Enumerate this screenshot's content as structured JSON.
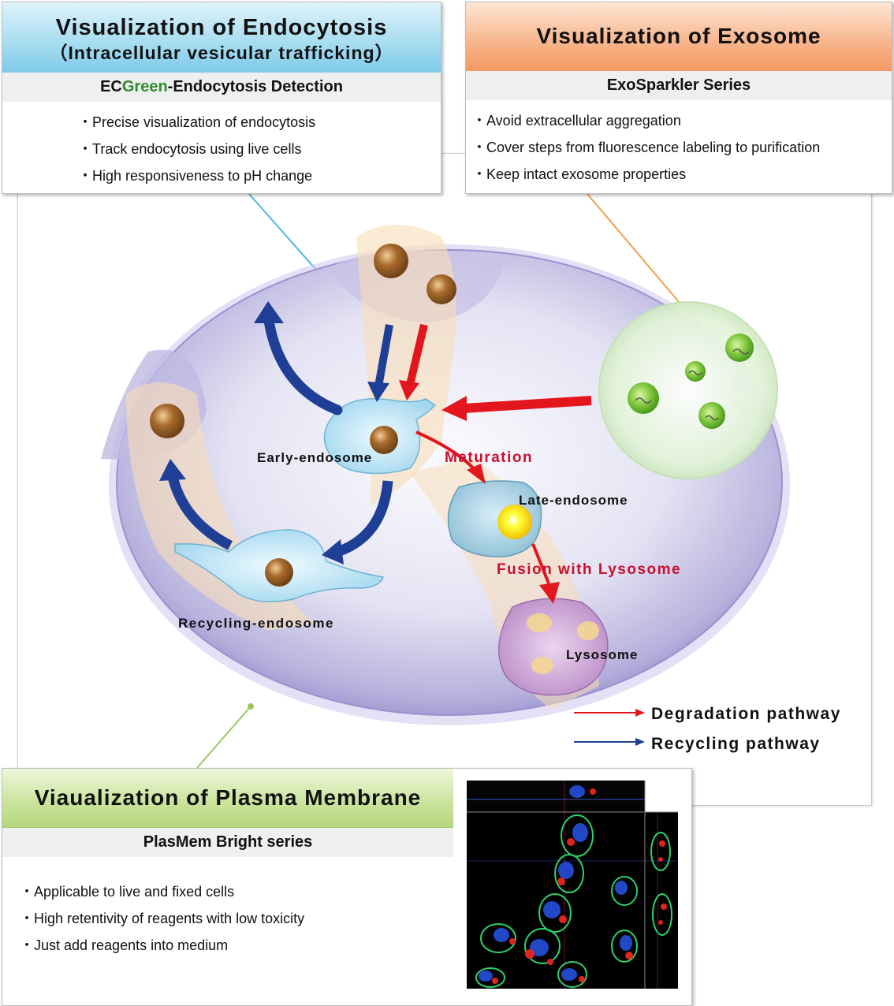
{
  "endocytosis": {
    "title": "Visualization of Endocytosis",
    "title2": "（Intracellular vesicular trafficking）",
    "product_prefix": "EC",
    "product_green": "Green",
    "product_suffix": "-Endocytosis Detection",
    "bullets": [
      "Precise visualization of endocytosis",
      "Track endocytosis using live cells",
      "High responsiveness to pH change"
    ]
  },
  "exosome": {
    "title": "Visualization of Exosome",
    "product": "ExoSparkler Series",
    "bullets": [
      "Avoid extracellular aggregation",
      "Cover steps from fluorescence labeling to purification",
      "Keep intact exosome properties"
    ]
  },
  "plasma_membrane": {
    "title": "Viaualization of Plasma Membrane",
    "product": "PlasMem Bright series",
    "bullets": [
      "Applicable to live and fixed cells",
      "High retentivity of reagents with low toxicity",
      "Just add reagents into medium"
    ]
  },
  "diagram": {
    "early": "Early-endosome",
    "late": "Late-endosome",
    "recycling": "Recycling-endosome",
    "lysosome": "Lysosome",
    "maturation": "Maturation",
    "fusion": "Fusion with Lysosome"
  },
  "legend": {
    "degradation": "Degradation pathway",
    "recycling": "Recycling pathway"
  },
  "colors": {
    "degradation": "#e3161d",
    "recycling": "#1f3f96",
    "ecgreen": "#2e8b2e",
    "label_red": "#c8102e"
  }
}
